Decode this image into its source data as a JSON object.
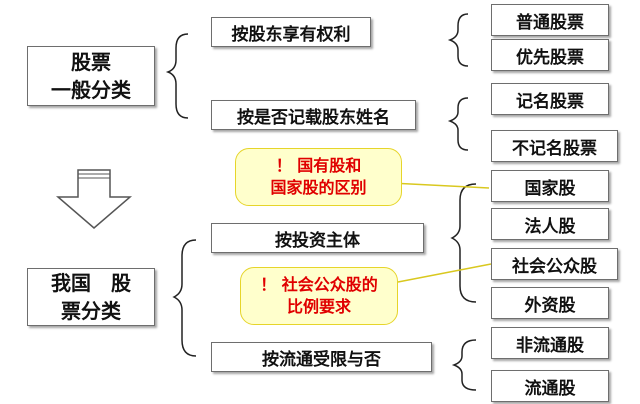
{
  "general": {
    "title_line1": "股票",
    "title_line2": "一般分类",
    "criteria": [
      {
        "label": "按股东享有权利",
        "types": [
          "普通股票",
          "优先股票"
        ]
      },
      {
        "label": "按是否记载股东姓名",
        "types": [
          "记名股票",
          "不记名股票"
        ]
      }
    ]
  },
  "china": {
    "title_line1": "我国　股",
    "title_line2": "票分类",
    "criteria": [
      {
        "label": "按投资主体",
        "types": [
          "国家股",
          "法人股",
          "社会公众股",
          "外资股"
        ]
      },
      {
        "label": "按流通受限与否",
        "types": [
          "非流通股",
          "流通股"
        ]
      }
    ]
  },
  "notes": [
    {
      "line1": "！ 国有股和",
      "line2": "国家股的区别"
    },
    {
      "line1": "！ 社会公众股的",
      "line2": "比例要求"
    }
  ],
  "colors": {
    "note_text": "#e00000",
    "note_fill": "#ffffcc",
    "note_border": "#e6d52a",
    "box_border": "#6e6e6e"
  }
}
